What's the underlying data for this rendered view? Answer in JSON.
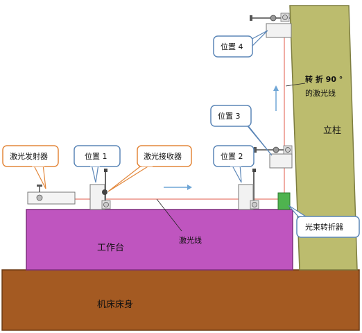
{
  "bed_label": "机床床身",
  "table_label": "工作台",
  "column_label": "立柱",
  "laser_line_label": "激光线",
  "turn_label_line1": "转 折 90 °",
  "turn_label_line2": "的激光线",
  "callouts": {
    "emitter": "激光发射器",
    "receiver": "激光接收器",
    "position1": "位置 1",
    "position2": "位置 2",
    "position3": "位置 3",
    "position4": "位置 4",
    "beam_bender": "光束转折器"
  },
  "colors": {
    "bed": "#a45a22",
    "table": "#bf55bf",
    "column": "#bcbc6e",
    "laser": "#e05a4a",
    "callout_border": "#e3873b",
    "callout_border_blue": "#5b86b7",
    "arrow": "#6fa6d6",
    "bender": "#4fb34f"
  }
}
